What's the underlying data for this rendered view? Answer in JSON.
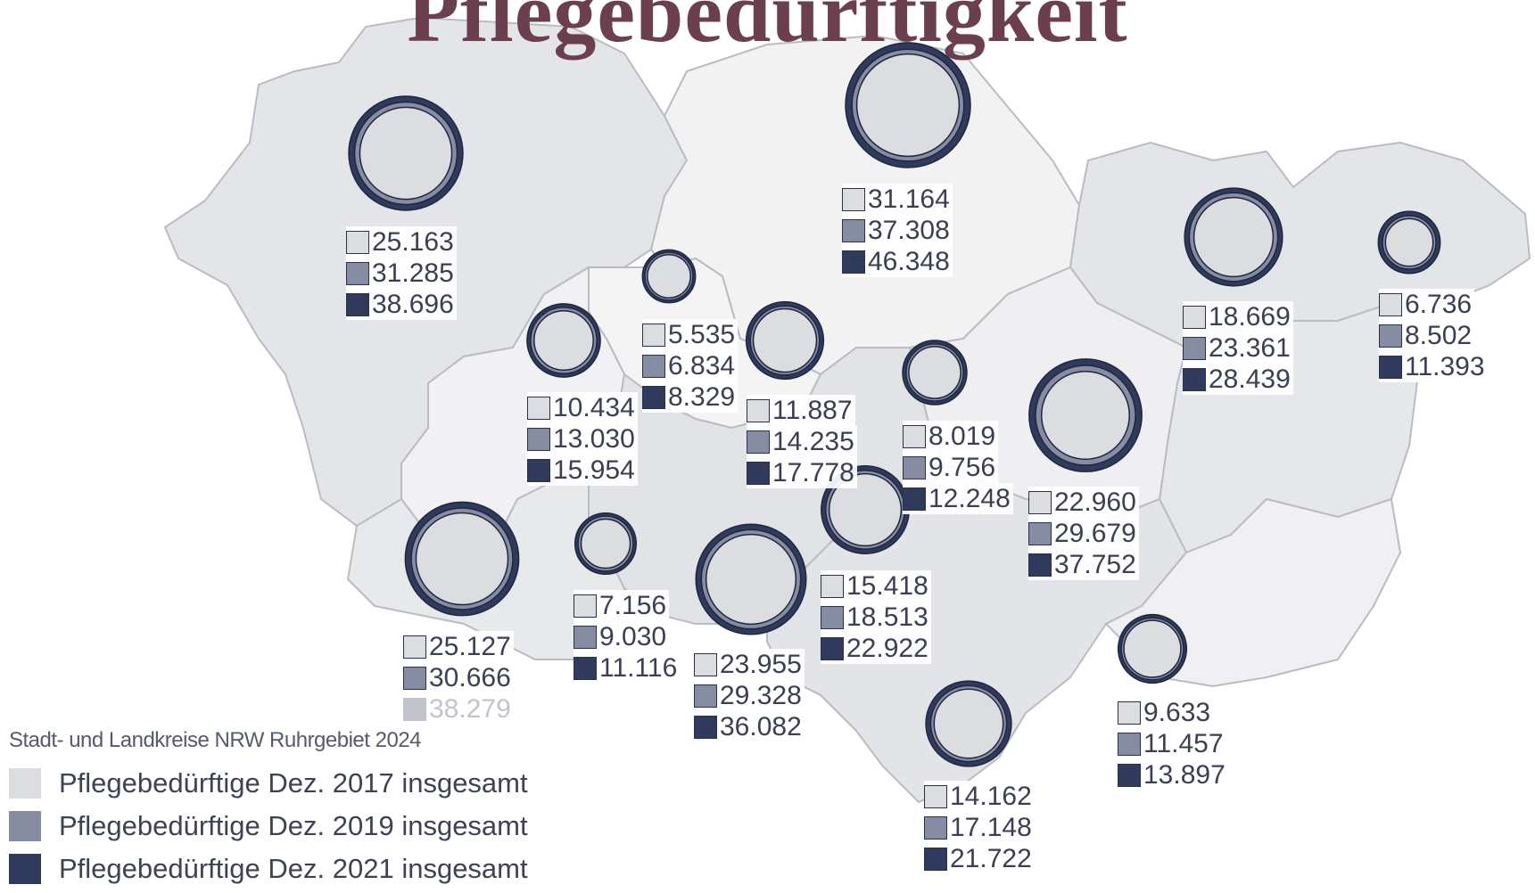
{
  "title": "Pflegebedürftigkeit",
  "colors": {
    "y2017": "#dcdde1",
    "y2019": "#868da3",
    "y2021": "#2f3a5c",
    "title": "#6b3f4d",
    "region": "#e4e5e8",
    "border": "#b9bcc4"
  },
  "legend": {
    "caption": "Stadt- und Landkreise NRW Ruhrgebiet 2024",
    "items": [
      {
        "label": "Pflegebedürftige Dez. 2017 insgesamt",
        "color": "#dcdde1"
      },
      {
        "label": "Pflegebedürftige Dez. 2019 insgesamt",
        "color": "#868da3"
      },
      {
        "label": "Pflegebedürftige Dez. 2021 insgesamt",
        "color": "#2f3a5c"
      }
    ]
  },
  "districts": [
    {
      "values": [
        "25.163",
        "31.285",
        "38.696"
      ],
      "v2021": 38696
    },
    {
      "values": [
        "31.164",
        "37.308",
        "46.348"
      ],
      "v2021": 46348
    },
    {
      "values": [
        "18.669",
        "23.361",
        "28.439"
      ],
      "v2021": 28439
    },
    {
      "values": [
        "6.736",
        "8.502",
        "11.393"
      ],
      "v2021": 11393
    },
    {
      "values": [
        "5.535",
        "6.834",
        "8.329"
      ],
      "v2021": 8329
    },
    {
      "values": [
        "10.434",
        "13.030",
        "15.954"
      ],
      "v2021": 15954
    },
    {
      "values": [
        "11.887",
        "14.235",
        "17.778"
      ],
      "v2021": 17778
    },
    {
      "values": [
        "8.019",
        "9.756",
        "12.248"
      ],
      "v2021": 12248
    },
    {
      "values": [
        "22.960",
        "29.679",
        "37.752"
      ],
      "v2021": 37752
    },
    {
      "values": [
        "15.418",
        "18.513",
        "22.922"
      ],
      "v2021": 22922
    },
    {
      "values": [
        "25.127",
        "30.666",
        "38.279"
      ],
      "v2021": 38279
    },
    {
      "values": [
        "7.156",
        "9.030",
        "11.116"
      ],
      "v2021": 11116
    },
    {
      "values": [
        "23.955",
        "29.328",
        "36.082"
      ],
      "v2021": 36082
    },
    {
      "values": [
        "9.633",
        "11.457",
        "13.897"
      ],
      "v2021": 13897
    },
    {
      "values": [
        "14.162",
        "17.148",
        "21.722"
      ],
      "v2021": 21722
    }
  ]
}
